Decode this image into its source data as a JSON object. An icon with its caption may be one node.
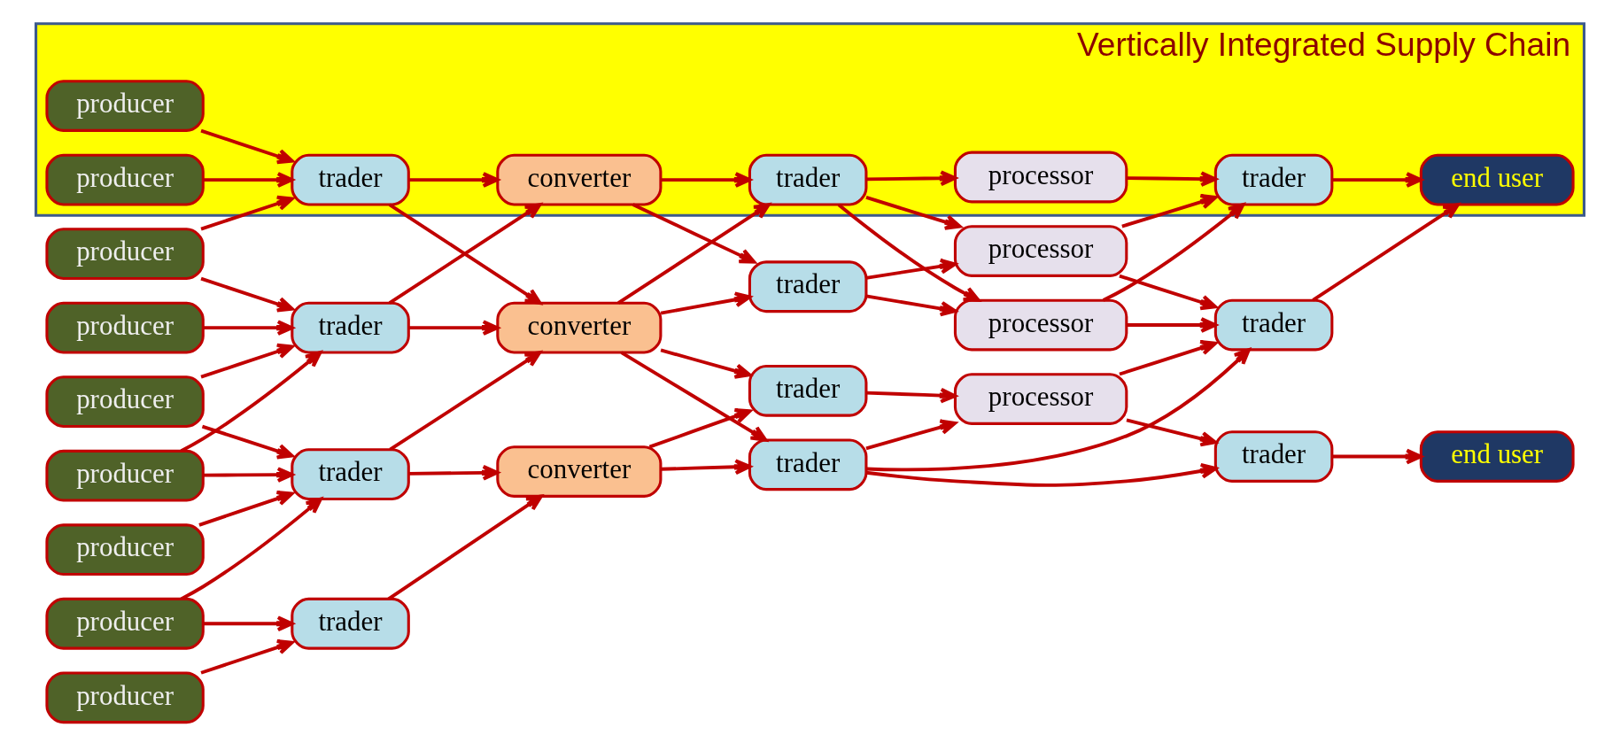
{
  "diagram": {
    "nodes": [
      {
        "text": [
          "Vertically Integrated Supply Chain"
        ]
      },
      {
        "text": [
          "producer"
        ],
        "in": 0
      },
      {
        "text": [
          "producer"
        ],
        "in": 0
      },
      {
        "text": [
          "producer"
        ]
      },
      {
        "text": [
          "producer"
        ]
      },
      {
        "text": [
          "producer"
        ]
      },
      {
        "text": [
          "producer"
        ]
      },
      {
        "text": [
          "producer"
        ]
      },
      {
        "text": [
          "producer"
        ]
      },
      {
        "text": [
          "producer"
        ]
      },
      {
        "text": [
          "trader"
        ],
        "in": 0
      },
      {
        "text": [
          "trader"
        ]
      },
      {
        "text": [
          "trader"
        ]
      },
      {
        "text": [
          "trader"
        ]
      },
      {
        "text": [
          "converter"
        ],
        "in": 0
      },
      {
        "text": [
          "converter"
        ]
      },
      {
        "text": [
          "converter"
        ]
      },
      {
        "text": [
          "trader"
        ],
        "in": 0
      },
      {
        "text": [
          "trader"
        ]
      },
      {
        "text": [
          "trader"
        ]
      },
      {
        "text": [
          "trader"
        ]
      },
      {
        "text": [
          "processor"
        ],
        "in": 0
      },
      {
        "text": [
          "processor"
        ]
      },
      {
        "text": [
          "processor"
        ]
      },
      {
        "text": [
          "processor"
        ]
      },
      {
        "text": [
          "trader"
        ],
        "in": 0
      },
      {
        "text": [
          "trader"
        ]
      },
      {
        "text": [
          "trader"
        ]
      },
      {
        "text": [
          "end user"
        ],
        "in": 0
      },
      {
        "text": [
          "end user"
        ]
      }
    ],
    "edges": [
      {
        "from": 1,
        "to": 10,
        "arrow": "to"
      },
      {
        "from": 2,
        "to": 10,
        "arrow": "to"
      },
      {
        "from": 3,
        "to": 10,
        "arrow": "to"
      },
      {
        "from": 3,
        "to": 11,
        "arrow": "to"
      },
      {
        "from": 4,
        "to": 11,
        "arrow": "to"
      },
      {
        "from": 5,
        "to": 11,
        "arrow": "to"
      },
      {
        "from": 5,
        "to": 12,
        "arrow": "to"
      },
      {
        "from": 6,
        "to": 11,
        "arrow": "to"
      },
      {
        "from": 6,
        "to": 12,
        "arrow": "to"
      },
      {
        "from": 7,
        "to": 12,
        "arrow": "to"
      },
      {
        "from": 8,
        "to": 12,
        "arrow": "to"
      },
      {
        "from": 8,
        "to": 13,
        "arrow": "to"
      },
      {
        "from": 9,
        "to": 13,
        "arrow": "to"
      },
      {
        "from": 10,
        "to": 14,
        "arrow": "to"
      },
      {
        "from": 10,
        "to": 15,
        "arrow": "to"
      },
      {
        "from": 11,
        "to": 14,
        "arrow": "to"
      },
      {
        "from": 11,
        "to": 15,
        "arrow": "to"
      },
      {
        "from": 12,
        "to": 15,
        "arrow": "to"
      },
      {
        "from": 12,
        "to": 16,
        "arrow": "to"
      },
      {
        "from": 13,
        "to": 16,
        "arrow": "to"
      },
      {
        "from": 14,
        "to": 17,
        "arrow": "to"
      },
      {
        "from": 14,
        "to": 18,
        "arrow": "to"
      },
      {
        "from": 15,
        "to": 17,
        "arrow": "to"
      },
      {
        "from": 15,
        "to": 18,
        "arrow": "to"
      },
      {
        "from": 15,
        "to": 19,
        "arrow": "to"
      },
      {
        "from": 15,
        "to": 20,
        "arrow": "to"
      },
      {
        "from": 16,
        "to": 19,
        "arrow": "to"
      },
      {
        "from": 16,
        "to": 20,
        "arrow": "to"
      },
      {
        "from": 17,
        "to": 21,
        "arrow": "to"
      },
      {
        "from": 17,
        "to": 22,
        "arrow": "to"
      },
      {
        "from": 17,
        "to": 23,
        "arrow": "to"
      },
      {
        "from": 18,
        "to": 22,
        "arrow": "to"
      },
      {
        "from": 18,
        "to": 23,
        "arrow": "to"
      },
      {
        "from": 19,
        "to": 26,
        "arrow": "to"
      },
      {
        "from": 19,
        "to": 24,
        "arrow": "to"
      },
      {
        "from": 19,
        "to": 27,
        "arrow": "to"
      },
      {
        "from": 20,
        "to": 24,
        "arrow": "to"
      },
      {
        "from": 21,
        "to": 25,
        "arrow": "to"
      },
      {
        "from": 22,
        "to": 25,
        "arrow": "to"
      },
      {
        "from": 22,
        "to": 26,
        "arrow": "to"
      },
      {
        "from": 23,
        "to": 25,
        "arrow": "to"
      },
      {
        "from": 23,
        "to": 26,
        "arrow": "to"
      },
      {
        "from": 24,
        "to": 26,
        "arrow": "to"
      },
      {
        "from": 24,
        "to": 27,
        "arrow": "to"
      },
      {
        "from": 25,
        "to": 28,
        "arrow": "to"
      },
      {
        "from": 26,
        "to": 28,
        "arrow": "to"
      },
      {
        "from": 27,
        "to": 29,
        "arrow": "to"
      }
    ]
  }
}
